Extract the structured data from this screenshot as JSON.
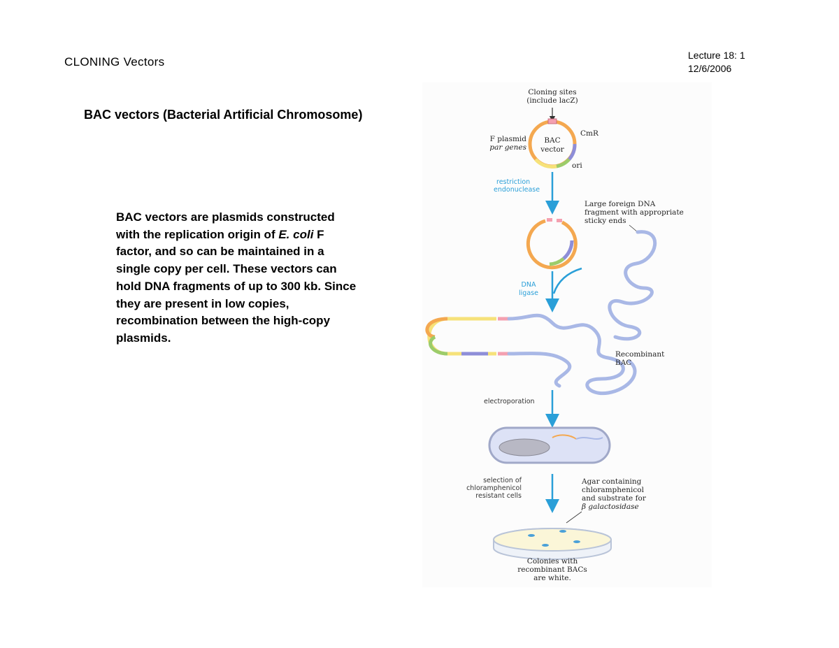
{
  "header": {
    "title": "CLONING Vectors",
    "lecture": "Lecture 18: 1",
    "date": "12/6/2006"
  },
  "slide": {
    "title": "BAC vectors (Bacterial Artificial Chromosome)",
    "body_1": "BAC vectors are plasmids constructed with the replication origin of ",
    "body_italic": "E. coli",
    "body_2": " F factor, and so can be  maintained in a single copy per cell.  These vectors  can hold DNA fragments of up to 300 kb.  Since they are present in low copies, recombination between the high-copy plasmids."
  },
  "figure": {
    "cloning_sites_1": "Cloning sites",
    "cloning_sites_2": "(include lacZ)",
    "cm_label": "CmR",
    "f_plasmid_1": "F plasmid",
    "f_plasmid_2": "par genes",
    "bac_vector_1": "BAC",
    "bac_vector_2": "vector",
    "ori_label": "ori",
    "restriction_1": "restriction",
    "restriction_2": "endonuclease",
    "foreign_1": "Large foreign DNA",
    "foreign_2": "fragment with appropriate",
    "foreign_3": "sticky ends",
    "ligase_1": "DNA",
    "ligase_2": "ligase",
    "recombinant_1": "Recombinant",
    "recombinant_2": "BAC",
    "electroporation": "electroporation",
    "selection_1": "selection of",
    "selection_2": "chloramphenicol",
    "selection_3": "resistant cells",
    "agar_1": "Agar containing",
    "agar_2": "chloramphenicol",
    "agar_3": "and substrate for",
    "agar_4": "β galactosidase",
    "colonies_1": "Colonies with",
    "colonies_2": "recombinant BACs",
    "colonies_3": "are white.",
    "colors": {
      "arrow": "#2a9fd8",
      "dna": "#a9b8e6",
      "plasmid_orange": "#f4a850",
      "plasmid_yellow": "#f6e27a",
      "plasmid_green": "#9ccc6a",
      "plasmid_purple": "#8e8ed8",
      "plasmid_pink": "#f4a0b0"
    }
  }
}
